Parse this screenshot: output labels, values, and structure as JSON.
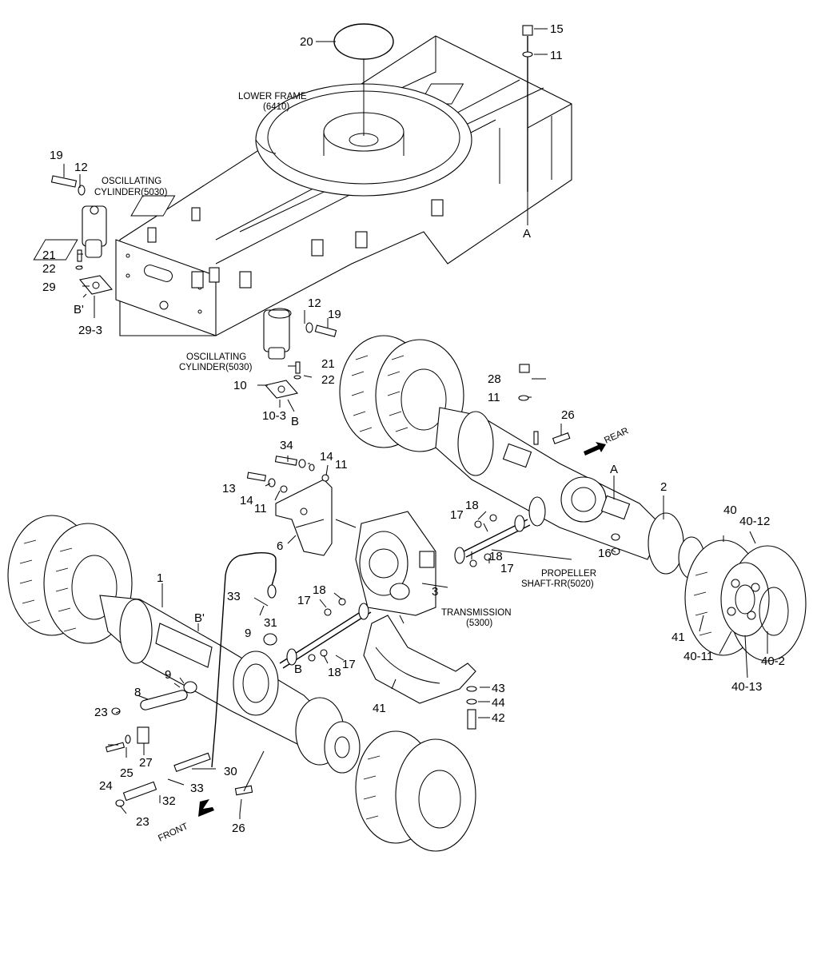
{
  "diagram": {
    "labels": {
      "n20": "20",
      "n15": "15",
      "n11a": "11",
      "nA1": "A",
      "n19a": "19",
      "n12a": "12",
      "n21a": "21",
      "n22a": "22",
      "n29": "29",
      "nB1": "B'",
      "n29_3": "29-3",
      "n12b": "12",
      "n19b": "19",
      "n21b": "21",
      "n22b": "22",
      "n10": "10",
      "n10_3": "10-3",
      "nB2": "B",
      "n28": "28",
      "n11b": "11",
      "n26a": "26",
      "n34": "34",
      "n14a": "14",
      "n11c": "11",
      "n13": "13",
      "n14b": "14",
      "n11d": "11",
      "n6": "6",
      "nA2": "A",
      "n2": "2",
      "n16": "16",
      "n17a": "17",
      "n18a": "18",
      "n18b": "18",
      "n17b": "17",
      "n40": "40",
      "n40_12": "40-12",
      "n41a": "41",
      "n40_11": "40-11",
      "n40_2": "40-2",
      "n40_13": "40-13",
      "n1": "1",
      "nB3": "B'",
      "n33a": "33",
      "n31": "31",
      "n18c": "18",
      "n17c": "17",
      "n3": "3",
      "n9a": "9",
      "n9b": "9",
      "nB4": "B",
      "n18d": "18",
      "n17d": "17",
      "n8": "8",
      "n23a": "23",
      "n27": "27",
      "n24": "24",
      "n25": "25",
      "n30": "30",
      "n33b": "33",
      "n32": "32",
      "n23b": "23",
      "n26b": "26",
      "n43": "43",
      "n44": "44",
      "n42": "42",
      "n41b": "41"
    },
    "captions": {
      "lower_frame_1": "LOWER FRAME",
      "lower_frame_2": "(6410)",
      "osc_cyl_a_1": "OSCILLATING",
      "osc_cyl_a_2": "CYLINDER(5030)",
      "osc_cyl_b_1": "OSCILLATING",
      "osc_cyl_b_2": "CYLINDER(5030)",
      "prop_shaft_1": "PROPELLER",
      "prop_shaft_2": "SHAFT-RR(5020)",
      "transmission_1": "TRANSMISSION",
      "transmission_2": "(5300)",
      "rear": "REAR",
      "front": "FRONT"
    }
  }
}
